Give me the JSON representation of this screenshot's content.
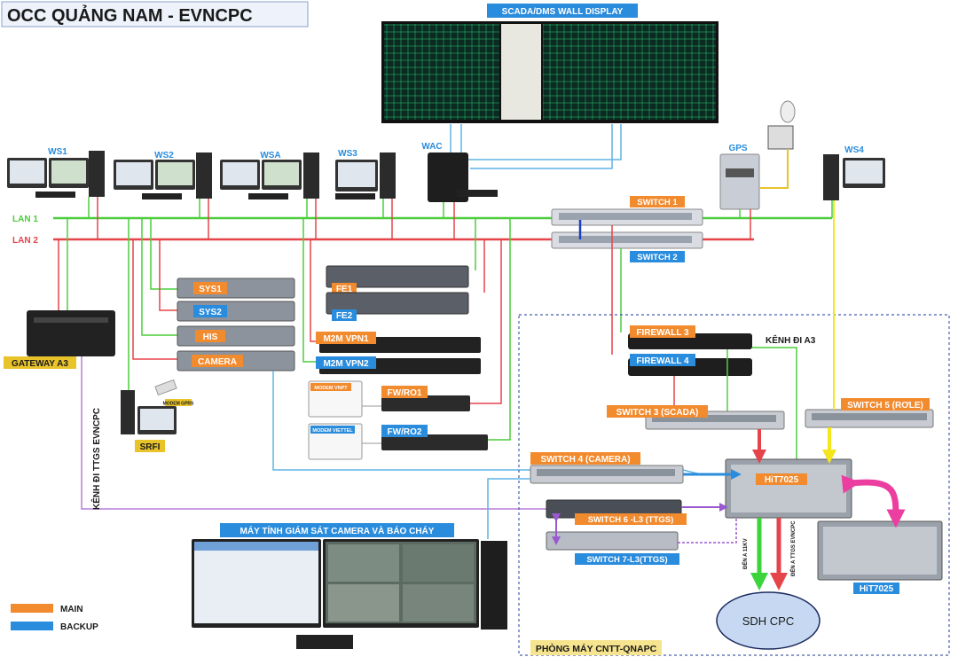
{
  "title": "OCC QUẢNG NAM - EVNCPC",
  "wall_display": {
    "label": "SCADA/DMS WALL DISPLAY"
  },
  "workstations": [
    {
      "id": "ws1",
      "label": "WS1"
    },
    {
      "id": "ws2",
      "label": "WS2"
    },
    {
      "id": "wsa",
      "label": "WSA"
    },
    {
      "id": "ws3",
      "label": "WS3"
    },
    {
      "id": "wac",
      "label": "WAC"
    },
    {
      "id": "ws4",
      "label": "WS4"
    }
  ],
  "gps": {
    "label": "GPS"
  },
  "lans": [
    {
      "label": "LAN 1",
      "color": "#4ccd3c"
    },
    {
      "label": "LAN 2",
      "color": "#e5444a"
    }
  ],
  "switches": {
    "switch1": "SWITCH 1",
    "switch2": "SWITCH 2",
    "firewall3": "FIREWALL 3",
    "firewall4": "FIREWALL 4",
    "kenh_a3": "KÊNH ĐI A3",
    "switch3": "SWITCH 3 (SCADA)",
    "switch5": "SWITCH 5 (RƠLE)",
    "switch4": "SWITCH 4 (CAMERA)",
    "switch6": "SWITCH 6 -L3 (TTGS)",
    "switch7": "SWITCH 7-L3(TTGS)"
  },
  "servers": {
    "sys1": "SYS1",
    "sys2": "SYS2",
    "his": "HIS",
    "camera": "CAMERA",
    "fe1": "FE1",
    "fe2": "FE2",
    "m2m1": "M2M VPN1",
    "m2m2": "M2M VPN2",
    "fwro1": "FW/RO1",
    "fwro2": "FW/RO2"
  },
  "modems": {
    "vnpt": "MODEM VNPT",
    "viettel": "MODEM VIETTEL",
    "gprs": "MODEM GPRS"
  },
  "gateway": "GATEWAY A3",
  "srfi": "SRFI",
  "kenh_ttgs": "KÊNH ĐI TTGS EVNCPC",
  "hit7025_main": "HiT7025",
  "hit7025_second": "HiT7025",
  "sdh": "SDH CPC",
  "vertical_labels": {
    "left": "ĐẾN A 11KV",
    "right": "ĐẾN A TTGS EVNCPC"
  },
  "camera_monitor": "MÁY TÍNH GIÁM SÁT CAMERA VÀ BÁO CHÁY",
  "room_label": "PHÒNG MÁY CNTT-QNAPC",
  "legend": [
    {
      "label": "MAIN",
      "color": "#f28a2e"
    },
    {
      "label": "BACKUP",
      "color": "#2a8cdc"
    }
  ]
}
